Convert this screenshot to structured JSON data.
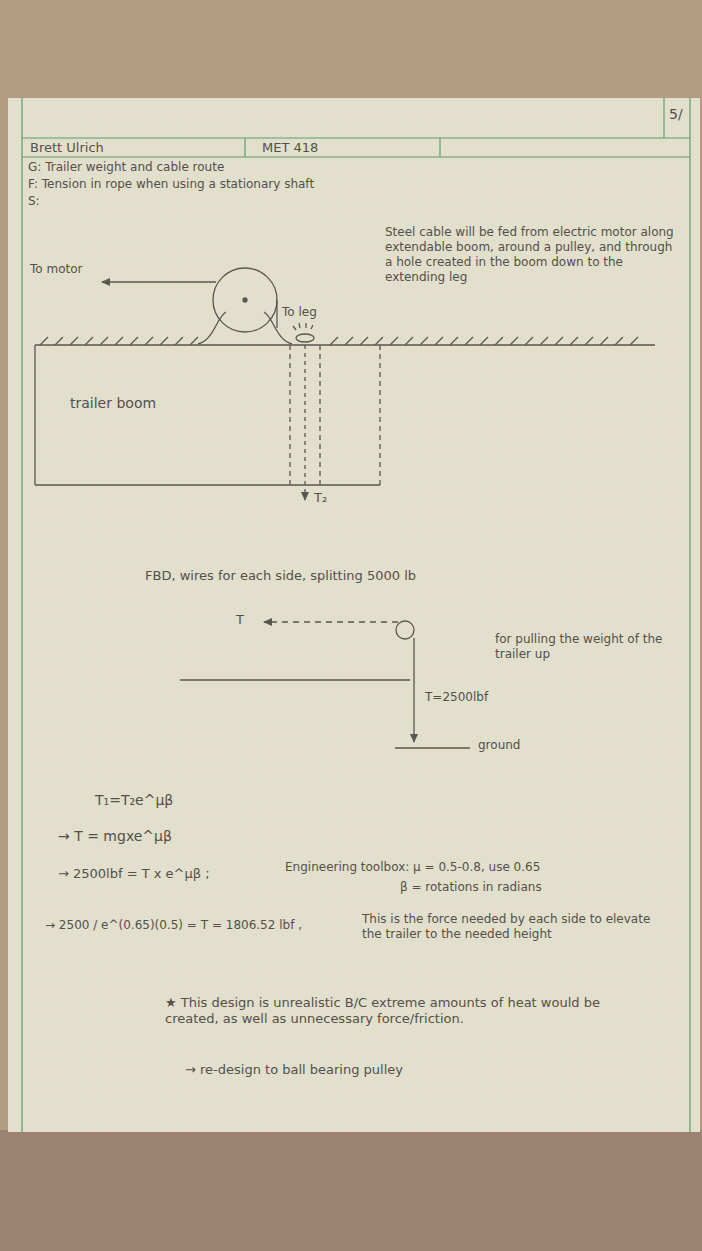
{
  "diagram": {
    "labels": [
      "Brett Ulrich",
      "MET 418",
      "5/",
      "G: Trailer weight and cable route",
      "F: Tension in rope when using a stationary shaft",
      "S:",
      "Steel cable will be fed from electric motor along extendable boom, around a pulley, and through a hole created in the boom down to the extending leg",
      "To motor",
      "To leg",
      "trailer boom",
      "T₂",
      "FBD, wires for each side, splitting 5000 lb",
      "T",
      "for pulling the weight of the trailer up",
      "T=2500lbf",
      "ground",
      "T₁=T₂e^μβ",
      "→ T = mgxe^μβ",
      "→ 2500lbf = T x e^μβ ;",
      "Engineering toolbox: μ = 0.5-0.8, use 0.65",
      "β = rotations in radians",
      "→ 2500 / e^(0.65)(0.5) = T = 1806.52 lbf ,",
      "This is the force needed by each side to elevate the trailer to the needed height",
      "★ This design is unrealistic B/C extreme amounts of heat would be created, as well as unnecessary force/friction.",
      "→ re-design to ball bearing pulley"
    ]
  }
}
